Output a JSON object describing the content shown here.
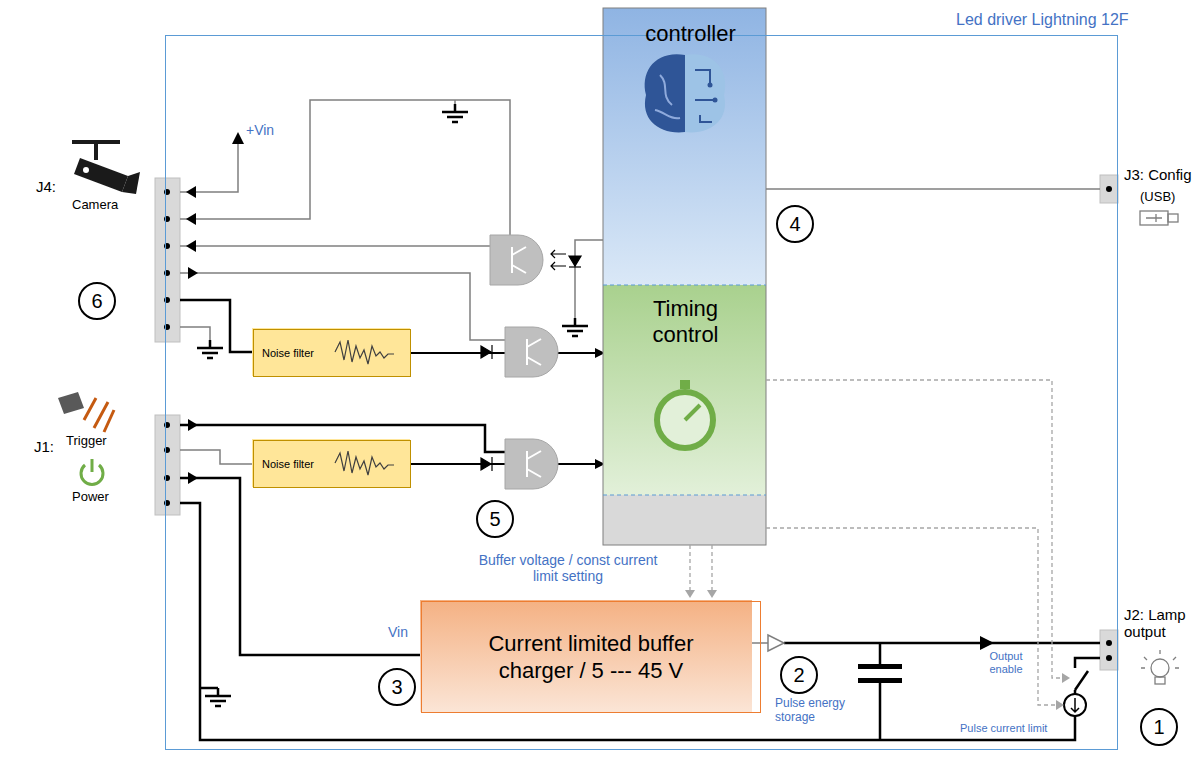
{
  "diagram": {
    "nodes": [
      {
        "text": [
          "Led driver Lightning 12F"
        ]
      },
      {
        "text": [
          "controller"
        ],
        "in": 0
      },
      {
        "text": [
          "Timing control"
        ],
        "in": 0
      },
      {
        "text": [
          "Noise filter"
        ],
        "in": 0
      },
      {
        "text": [
          "Noise filter"
        ],
        "in": 0
      },
      {
        "text": [
          "Current limited buffer charger / 5 --- 45 V"
        ],
        "in": 0
      }
    ],
    "edges": [
      {
        "from": 3,
        "to": 2,
        "arrow": "to"
      },
      {
        "from": 4,
        "to": 2,
        "arrow": "to"
      }
    ],
    "labels": [
      "J4:",
      "Camera",
      "6",
      "+Vin",
      "J1:",
      "Trigger",
      "Power",
      "5",
      "4",
      "J3: Config",
      "(USB)",
      "Buffer voltage / const current limit setting",
      "Vin",
      "3",
      "2",
      "Pulse energy storage",
      "Output enable",
      "Pulse current limit",
      "1",
      "J2: Lamp output"
    ]
  }
}
